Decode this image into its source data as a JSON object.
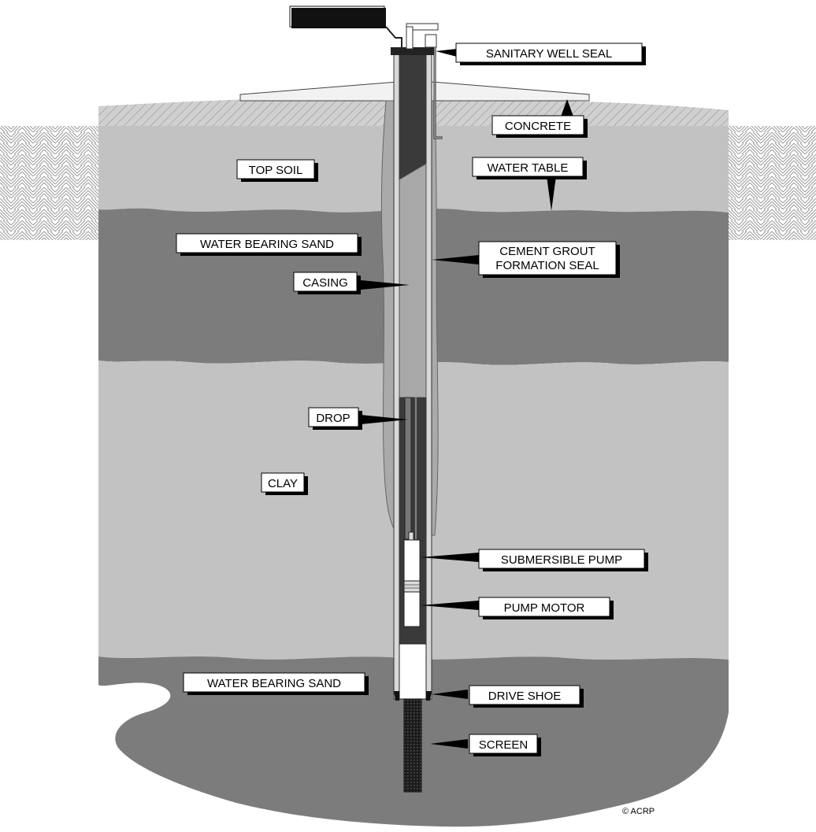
{
  "labels": {
    "sanitary_well_seal": "SANITARY WELL SEAL",
    "concrete": "CONCRETE",
    "top_soil": "TOP SOIL",
    "water_table": "WATER TABLE",
    "water_bearing_sand_upper": "WATER BEARING SAND",
    "cement_grout_line1": "CEMENT GROUT",
    "cement_grout_line2": "FORMATION SEAL",
    "casing": "CASING",
    "drop": "DROP",
    "clay": "CLAY",
    "submersible_pump": "SUBMERSIBLE PUMP",
    "pump_motor": "PUMP MOTOR",
    "water_bearing_sand_lower": "WATER BEARING SAND",
    "drive_shoe": "DRIVE SHOE",
    "screen": "SCREEN"
  },
  "copyright": "© ACRP",
  "colors": {
    "surface_soil": "#c7c7c7",
    "top_soil_layer": "#c2c2c2",
    "sand_layer": "#7c7c7c",
    "clay_layer": "#c2c2c2",
    "cement_grout": "#aaaaaa",
    "casing_interior": "#3a3a3a",
    "label_fill": "#ffffff",
    "label_shadow": "#000000"
  }
}
